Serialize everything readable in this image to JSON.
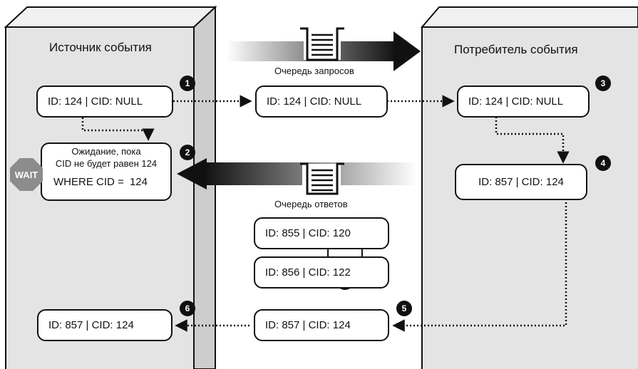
{
  "source_panel": {
    "title": "Источник события"
  },
  "consumer_panel": {
    "title": "Потребитель события"
  },
  "request_queue": {
    "label": "Очередь запросов"
  },
  "response_queue": {
    "label": "Очередь ответов"
  },
  "messages": {
    "source_request": "ID: 124 | CID: NULL",
    "queued_request": "ID: 124 | CID: NULL",
    "consumer_request": "ID: 124 | CID: NULL",
    "consumer_response": "ID: 857 | CID: 124",
    "queued_response_1": "ID: 855 | CID: 120",
    "queued_response_2": "ID: 856 | CID: 122",
    "queued_response_3": "ID: 857 | CID: 124",
    "source_received": "ID: 857 | CID: 124"
  },
  "wait_box": {
    "line1": "Ожидание, пока",
    "line2": "CID не будет равен 124",
    "where_prefix": "WHERE CID =",
    "where_value": "124"
  },
  "stop_sign": "WAIT",
  "badges": [
    "1",
    "2",
    "3",
    "4",
    "5",
    "6"
  ],
  "colors": {
    "panel_fill": "#e4e4e4",
    "panel_side": "#cdcdcd",
    "ink": "#111111"
  }
}
